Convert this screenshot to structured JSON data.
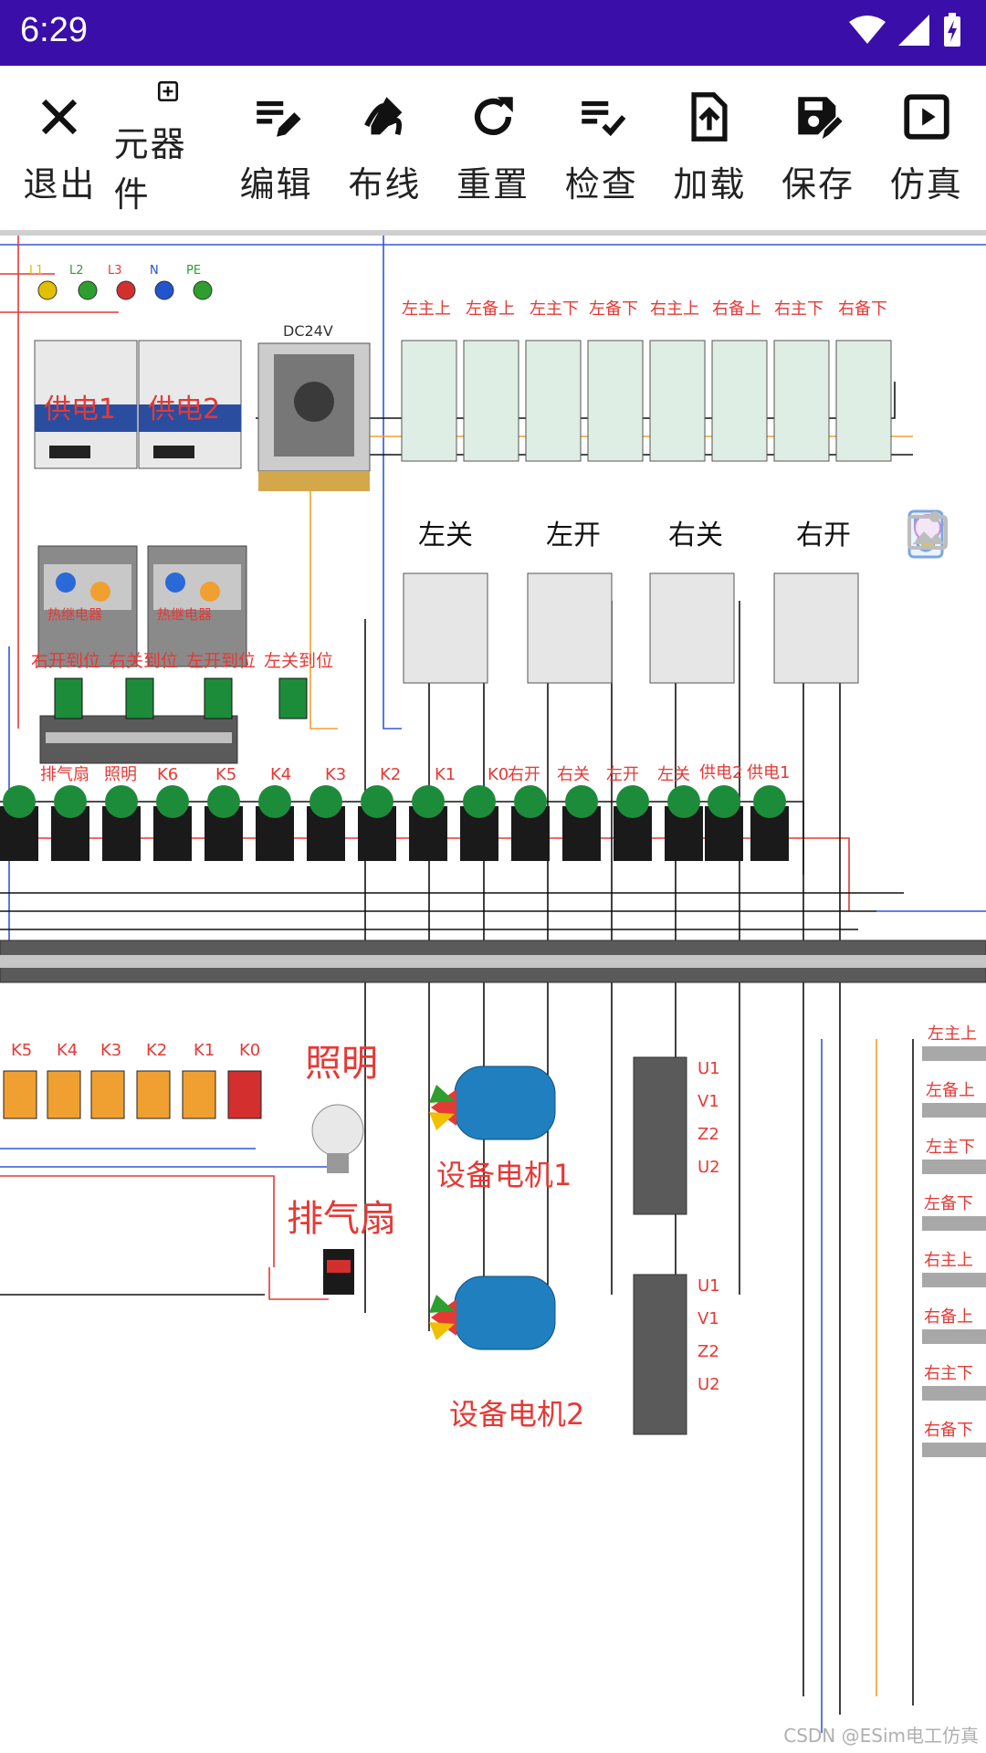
{
  "status": {
    "time": "6:29"
  },
  "toolbar": [
    {
      "label": "退出",
      "icon": "close-icon"
    },
    {
      "label": "元器件",
      "icon": "add-box-icon"
    },
    {
      "label": "编辑",
      "icon": "edit-note-icon"
    },
    {
      "label": "布线",
      "icon": "draw-icon"
    },
    {
      "label": "重置",
      "icon": "refresh-icon"
    },
    {
      "label": "检查",
      "icon": "checklist-icon"
    },
    {
      "label": "加载",
      "icon": "upload-file-icon"
    },
    {
      "label": "保存",
      "icon": "save-as-icon"
    },
    {
      "label": "仿真",
      "icon": "play-box-icon"
    }
  ],
  "canvas": {
    "terminals_top": [
      "L1",
      "L2",
      "L3",
      "N",
      "PE"
    ],
    "power_supply": "DC24V",
    "contactors": [
      "供电1",
      "供电2"
    ],
    "thermal_relay": "热继电器",
    "relay_labels": [
      "左主上",
      "左备上",
      "左主下",
      "左备下",
      "右主上",
      "右备上",
      "右主下",
      "右备下"
    ],
    "contactor_labels": [
      "左关",
      "左开",
      "右关",
      "右开"
    ],
    "indicator_labels": [
      "右开到位",
      "右关到位",
      "左开到位",
      "左关到位"
    ],
    "button_labels": [
      "排气扇",
      "照明",
      "K6",
      "K5",
      "K4",
      "K3",
      "K2",
      "K1",
      "K0",
      "右开",
      "右关",
      "左开",
      "左关",
      "供电2",
      "供电1"
    ],
    "lamp_labels": [
      "K5",
      "K4",
      "K3",
      "K2",
      "K1",
      "K0"
    ],
    "light_label": "照明",
    "fan_label": "排气扇",
    "motor1": "设备电机1",
    "motor2": "设备电机2",
    "motor_terminals": [
      "U1",
      "V1",
      "Z2",
      "U2"
    ],
    "sensor_labels": [
      "左主上",
      "左备上",
      "左主下",
      "左备下",
      "右主上",
      "右备上",
      "右主下",
      "右备下"
    ],
    "watermark": "CSDN @ESim电工仿真"
  }
}
